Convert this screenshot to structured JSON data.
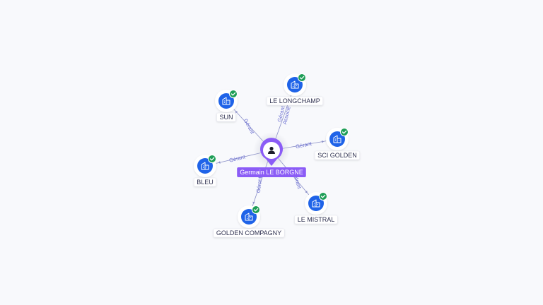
{
  "center": {
    "label": "Germain LE BORGNE",
    "icon": "person-icon"
  },
  "companies": [
    {
      "id": "sun",
      "label": "SUN",
      "relation": "Gérant",
      "verified": true
    },
    {
      "id": "le-longchamp",
      "label": "LE LONGCHAMP",
      "relation": "Gérant",
      "relation2": "Associé",
      "verified": true
    },
    {
      "id": "sci-golden",
      "label": "SCI GOLDEN",
      "relation": "Gérant",
      "verified": true
    },
    {
      "id": "bleu",
      "label": "BLEU",
      "relation": "Gérant",
      "verified": true
    },
    {
      "id": "golden-compagny",
      "label": "GOLDEN COMPAGNY",
      "relation": "Gérant",
      "verified": true
    },
    {
      "id": "le-mistral",
      "label": "LE MISTRAL",
      "relation": "Gérant",
      "verified": true
    }
  ],
  "colors": {
    "background": "#f8f9fc",
    "center_accent": "#8b5cf6",
    "company_icon": "#1f63e8",
    "verified": "#1e9e57",
    "edge": "#8a8fc7",
    "edge_label": "#6b6fd1"
  }
}
